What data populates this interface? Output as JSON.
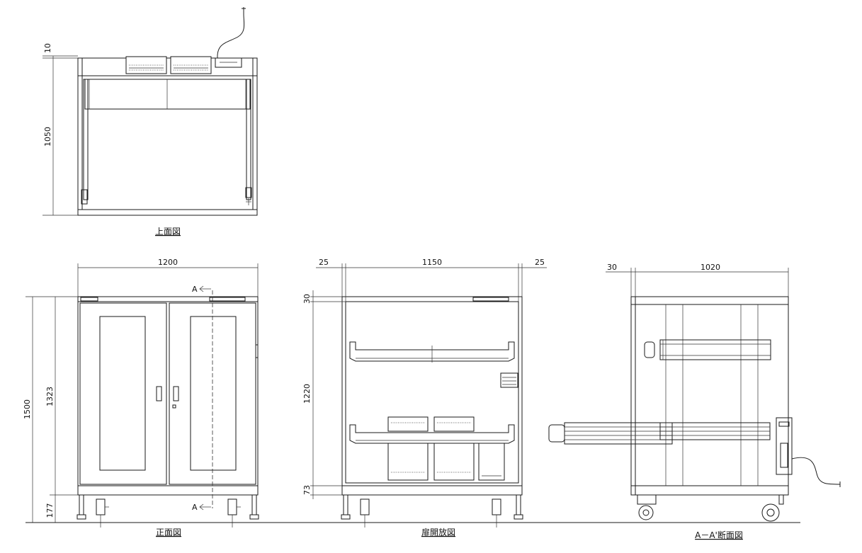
{
  "views": {
    "top": {
      "caption": "上面図",
      "dims": {
        "depth_offset": "10",
        "depth": "1050"
      }
    },
    "front": {
      "caption": "正面図",
      "dims": {
        "width": "1200",
        "height": "1500",
        "body": "1323",
        "base": "177"
      },
      "section_marker": "A"
    },
    "open": {
      "caption": "扉開放図",
      "dims": {
        "left_margin": "25",
        "inner_width": "1150",
        "right_margin": "25",
        "top": "30",
        "inner_height": "1220",
        "bottom": "73"
      }
    },
    "section": {
      "caption": "A－A'断面図",
      "dims": {
        "offset": "30",
        "depth": "1020"
      }
    }
  }
}
